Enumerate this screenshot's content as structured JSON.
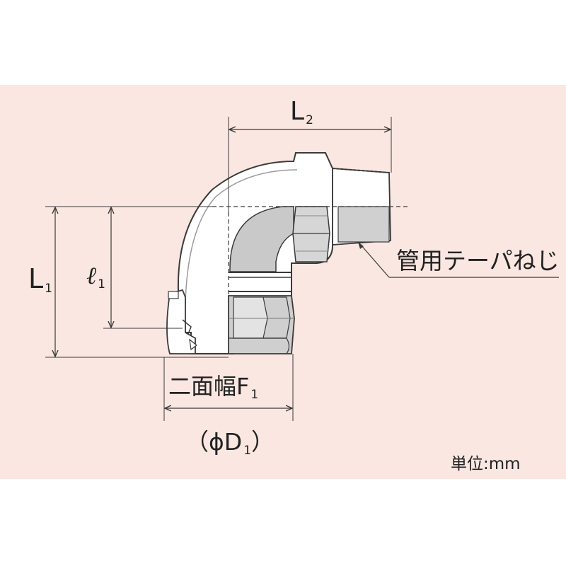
{
  "labels": {
    "l2": "L",
    "l2_sub": "2",
    "l1": "L",
    "l1_sub": "1",
    "ell1": "ℓ",
    "ell1_sub": "1",
    "taper_thread": "管用テーパねじ",
    "flat_width": "二面幅F",
    "flat_width_sub": "1",
    "diameter_open": "（ϕD",
    "diameter_sub": "1",
    "diameter_close": "）",
    "unit": "単位:mm"
  },
  "colors": {
    "background_panel": "#fbe7e1",
    "outline": "#3a3a3a",
    "body_white": "#ffffff",
    "body_shade": "#c9c9c9",
    "text": "#222222"
  }
}
